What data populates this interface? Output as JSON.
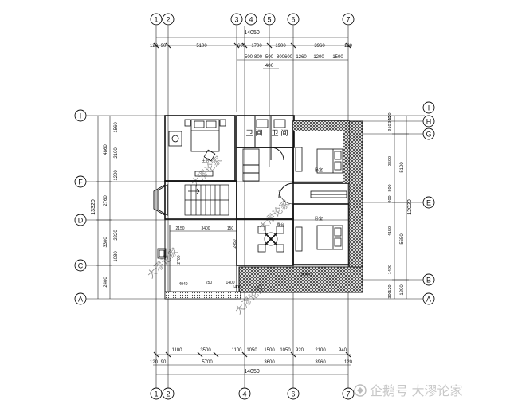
{
  "overall_dims": {
    "top": "14050",
    "bottom": "14050",
    "left": "13320",
    "right": "12020"
  },
  "top_chain_1": [
    "120",
    "90",
    "5100",
    "600",
    "1700",
    "1900",
    "3960",
    "120"
  ],
  "top_chain_2": [
    "500",
    "800",
    "500",
    "800",
    "600",
    "1260",
    "1200",
    "1500"
  ],
  "top_sub": "400",
  "bottom_chain_1": [
    "1100",
    "3500",
    "1100",
    "1050",
    "1500",
    "1050",
    "920",
    "2100",
    "940"
  ],
  "bottom_chain_2": [
    "120",
    "90",
    "5700",
    "3600",
    "3960",
    "120"
  ],
  "left_chain_outer": [
    "4860",
    "2760",
    "3300",
    "2400"
  ],
  "left_chain_inner": [
    "1560",
    "2100",
    "1200",
    "2220",
    "1080"
  ],
  "right_chain_inner": [
    "120",
    "360",
    "910",
    "3500",
    "800",
    "900",
    "4150",
    "1490",
    "120",
    "300"
  ],
  "right_chain_outer": [
    "5100",
    "5650",
    "1200"
  ],
  "axes_top": [
    "1",
    "2",
    "3",
    "4",
    "5",
    "6",
    "7"
  ],
  "axes_bottom": [
    "1",
    "2",
    "4",
    "6",
    "7"
  ],
  "axes_left": [
    "I",
    "F",
    "D",
    "C",
    "A"
  ],
  "axes_right": [
    "I",
    "H",
    "G",
    "E",
    "B",
    "A"
  ],
  "inner_dims": [
    "3400",
    "2150",
    "150",
    "2450",
    "1400",
    "2700",
    "4940",
    "1400",
    "250"
  ],
  "room_labels": {
    "bedroom_1": "主卧",
    "toilet_1": "卫",
    "toilet_2": "卫",
    "corridor_1": "间",
    "corridor_2": "间",
    "bedroom_2": "卧室",
    "bedroom_3": "卧室",
    "terrace": "露台",
    "leisure": "休闲厅"
  },
  "watermark_line": "企鹅号 大漻论家",
  "watermark_diag": "大漻论家",
  "colors": {
    "line": "#111111",
    "hatch": "#333333",
    "bg": "#ffffff"
  }
}
